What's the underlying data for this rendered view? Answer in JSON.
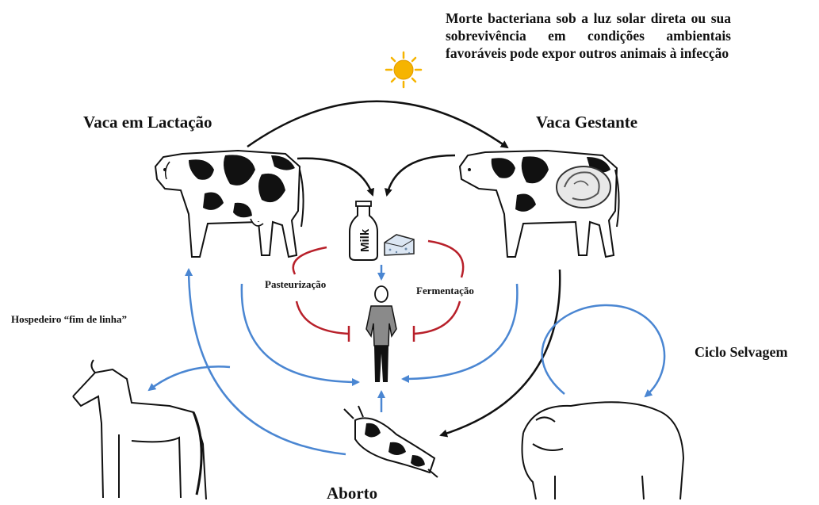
{
  "labels": {
    "lactating_cow": "Vaca em Lactação",
    "pregnant_cow": "Vaca Gestante",
    "sun_note": "Morte bacteriana sob a luz solar direta ou sua sobrevivência em condições ambientais favoráveis pode expor outros animais à infecção",
    "pasteurization": "Pasteurização",
    "fermentation": "Fermentação",
    "dead_end_host": "Hospedeiro “fim de linha”",
    "wild_cycle": "Ciclo Selvagem",
    "abortion": "Aborto",
    "milk_bottle_text": "Milk"
  },
  "colors": {
    "blue_arrow": "#4a86d2",
    "red_inhibit": "#b8202a",
    "black_arrow": "#111111",
    "sun": "#f6b400"
  },
  "icons": [
    "sun-icon",
    "cow-lactating-icon",
    "cow-pregnant-icon",
    "milk-bottle-icon",
    "cheese-icon",
    "human-icon",
    "horse-icon",
    "bison-icon",
    "aborted-calf-icon"
  ]
}
